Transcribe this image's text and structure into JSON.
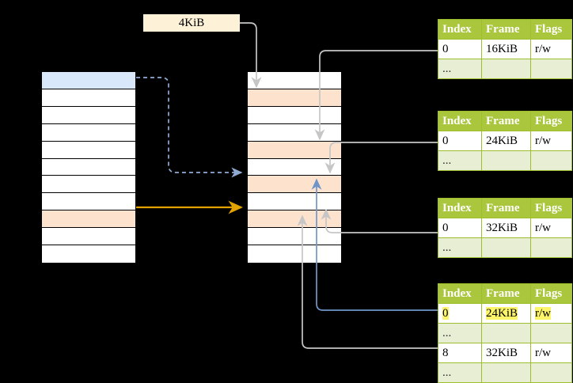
{
  "diagram": {
    "title": "page-table-walk",
    "page_size_label": "4KiB",
    "colors": {
      "background": "#000000",
      "table_header": "#a9c63c",
      "table_border": "#9dbf2e",
      "ellipsis_row": "#e7eed3",
      "highlight_yellow": "#fdf569",
      "selected_blue": "#dae8fb",
      "selected_peach": "#fde3cd",
      "chip_bg": "#fdf1d7",
      "wire_gray": "#c9c9c9",
      "wire_blue": "#6f96c9",
      "wire_orange": "#e2a200"
    }
  },
  "virtual_column": {
    "name": "virtual-address-column",
    "row_count": 11,
    "rows": [
      {
        "index": 0,
        "state": "blue"
      },
      {
        "index": 1,
        "state": "plain"
      },
      {
        "index": 2,
        "state": "plain"
      },
      {
        "index": 3,
        "state": "plain"
      },
      {
        "index": 4,
        "state": "plain"
      },
      {
        "index": 5,
        "state": "plain"
      },
      {
        "index": 6,
        "state": "plain"
      },
      {
        "index": 7,
        "state": "plain"
      },
      {
        "index": 8,
        "state": "peach"
      },
      {
        "index": 9,
        "state": "plain"
      },
      {
        "index": 10,
        "state": "plain"
      }
    ]
  },
  "physical_column": {
    "name": "physical-memory-column",
    "row_count": 11,
    "rows": [
      {
        "index": 0,
        "state": "plain"
      },
      {
        "index": 1,
        "state": "peach"
      },
      {
        "index": 2,
        "state": "plain"
      },
      {
        "index": 3,
        "state": "plain"
      },
      {
        "index": 4,
        "state": "peach"
      },
      {
        "index": 5,
        "state": "plain"
      },
      {
        "index": 6,
        "state": "peach"
      },
      {
        "index": 7,
        "state": "plain"
      },
      {
        "index": 8,
        "state": "peach"
      },
      {
        "index": 9,
        "state": "plain"
      },
      {
        "index": 10,
        "state": "plain"
      }
    ]
  },
  "tables": [
    {
      "name": "page-table-level-1",
      "headers": [
        "Index",
        "Frame",
        "Flags"
      ],
      "rows": [
        {
          "type": "data",
          "index": "0",
          "frame": "16KiB",
          "flags": "r/w",
          "highlight": [
            false,
            false,
            false
          ]
        },
        {
          "type": "ellipsis",
          "index": "...",
          "frame": "",
          "flags": ""
        }
      ]
    },
    {
      "name": "page-table-level-2",
      "headers": [
        "Index",
        "Frame",
        "Flags"
      ],
      "rows": [
        {
          "type": "data",
          "index": "0",
          "frame": "24KiB",
          "flags": "r/w",
          "highlight": [
            false,
            false,
            false
          ]
        },
        {
          "type": "ellipsis",
          "index": "...",
          "frame": "",
          "flags": ""
        }
      ]
    },
    {
      "name": "page-table-level-3",
      "headers": [
        "Index",
        "Frame",
        "Flags"
      ],
      "rows": [
        {
          "type": "data",
          "index": "0",
          "frame": "32KiB",
          "flags": "r/w",
          "highlight": [
            false,
            false,
            false
          ]
        },
        {
          "type": "ellipsis",
          "index": "...",
          "frame": "",
          "flags": ""
        }
      ]
    },
    {
      "name": "page-table-level-4",
      "headers": [
        "Index",
        "Frame",
        "Flags"
      ],
      "rows": [
        {
          "type": "data",
          "index": "0",
          "frame": "24KiB",
          "flags": "r/w",
          "highlight": [
            true,
            true,
            true
          ]
        },
        {
          "type": "ellipsis",
          "index": "...",
          "frame": "",
          "flags": ""
        },
        {
          "type": "data",
          "index": "8",
          "frame": "32KiB",
          "flags": "r/w",
          "highlight": [
            false,
            false,
            false
          ]
        },
        {
          "type": "ellipsis",
          "index": "...",
          "frame": "",
          "flags": ""
        }
      ]
    }
  ]
}
